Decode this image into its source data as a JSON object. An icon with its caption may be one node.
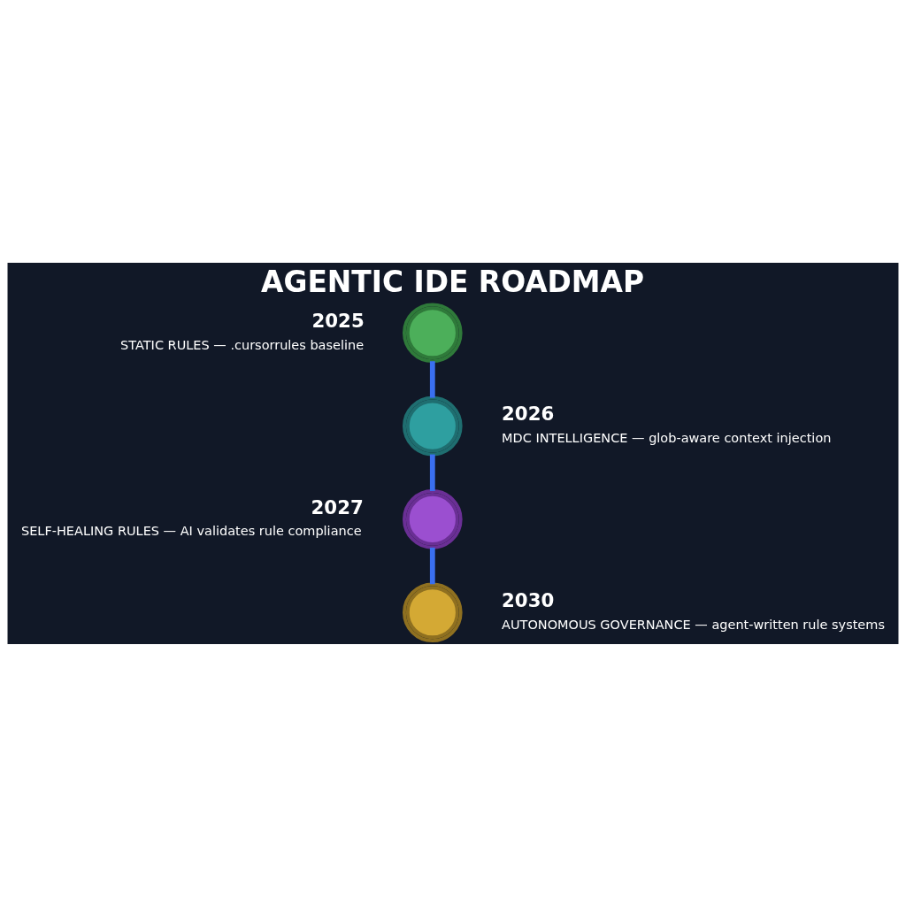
{
  "diagram": {
    "title": "AGENTIC IDE ROADMAP",
    "nodes": [
      {
        "text": [],
        "shape": "circle",
        "beside": [
          "2025",
          "STATIC RULES — .cursorrules baseline"
        ]
      },
      {
        "text": [],
        "shape": "circle",
        "beside": [
          "2026",
          "MDC INTELLIGENCE — glob-aware context injection"
        ]
      },
      {
        "text": [],
        "shape": "circle",
        "beside": [
          "2027",
          "SELF-HEALING RULES — AI validates rule compliance"
        ]
      },
      {
        "text": [],
        "shape": "circle",
        "beside": [
          "2030",
          "AUTONOMOUS GOVERNANCE — agent-written rule systems"
        ]
      }
    ],
    "edges": [
      {
        "from": 0,
        "to": 1,
        "arrow": "none"
      },
      {
        "from": 1,
        "to": 2,
        "arrow": "none"
      },
      {
        "from": 2,
        "to": 3,
        "arrow": "none"
      }
    ]
  }
}
